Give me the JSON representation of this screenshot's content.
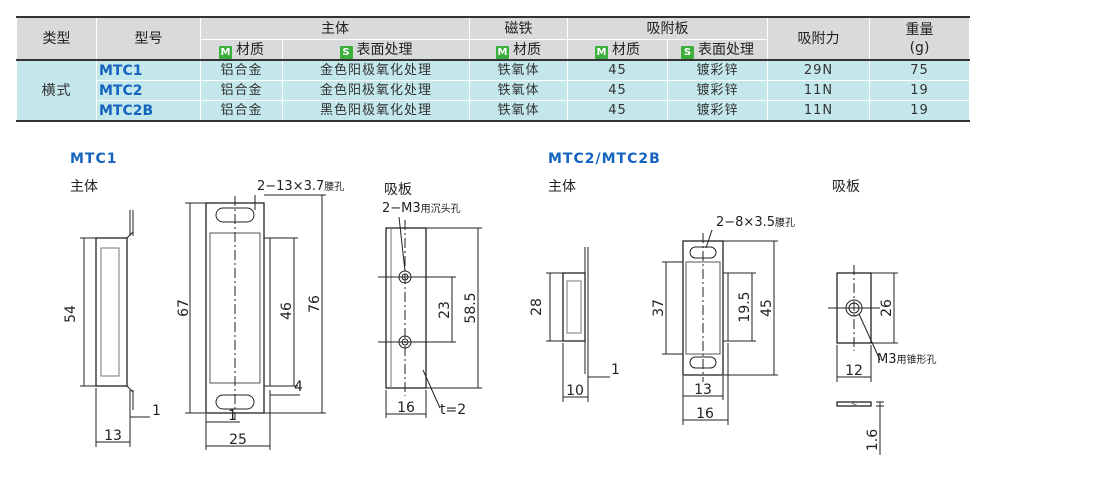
{
  "table": {
    "headers": {
      "type": "类型",
      "model": "型号",
      "body": "主体",
      "magnet": "磁铁",
      "plate": "吸附板",
      "force": "吸附力",
      "weight": "重量",
      "weight_unit": "(g)",
      "material": "材质",
      "surface": "表面处理",
      "m_tag": "M",
      "s_tag": "S"
    },
    "type_value": "横式",
    "rows": [
      {
        "model": "MTC1",
        "body_material": "铝合金",
        "body_surface": "金色阳极氧化处理",
        "magnet_material": "铁氧体",
        "plate_material": "45",
        "plate_surface": "镀彩锌",
        "force": "29N",
        "weight": "75"
      },
      {
        "model": "MTC2",
        "body_material": "铝合金",
        "body_surface": "金色阳极氧化处理",
        "magnet_material": "铁氧体",
        "plate_material": "45",
        "plate_surface": "镀彩锌",
        "force": "11N",
        "weight": "19"
      },
      {
        "model": "MTC2B",
        "body_material": "铝合金",
        "body_surface": "黑色阳极氧化处理",
        "magnet_material": "铁氧体",
        "plate_material": "45",
        "plate_surface": "镀彩锌",
        "force": "11N",
        "weight": "19"
      }
    ]
  },
  "drawings": {
    "mtc1": {
      "title": "MTC1",
      "body_label": "主体",
      "plate_label": "吸板",
      "slot_note": "2−13×3.7",
      "slot_note_suffix": "腰孔",
      "hole_note": "2−M3",
      "hole_note_suffix": "用沉头孔",
      "dims": {
        "d54": "54",
        "d67": "67",
        "d46": "46",
        "d76": "76",
        "d4": "4",
        "d1a": "1",
        "d1b": "1",
        "d13": "13",
        "d25": "25",
        "d23": "23",
        "d58_5": "58.5",
        "d16": "16",
        "t2": "t=2"
      }
    },
    "mtc2": {
      "title": "MTC2/MTC2B",
      "body_label": "主体",
      "plate_label": "吸板",
      "slot_note": "2−8×3.5",
      "slot_note_suffix": "腰孔",
      "hole_note": "M3",
      "hole_note_suffix": "用锥形孔",
      "dims": {
        "d28": "28",
        "d10": "10",
        "d1": "1",
        "d37": "37",
        "d19_5": "19.5",
        "d45": "45",
        "d13": "13",
        "d16": "16",
        "d26": "26",
        "d12": "12",
        "d1_6": "1.6"
      }
    }
  }
}
